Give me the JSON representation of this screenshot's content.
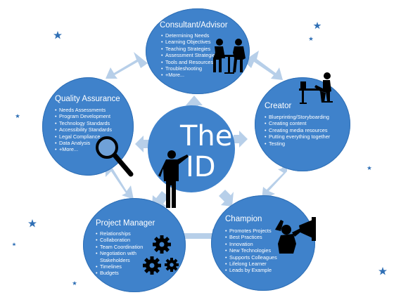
{
  "center": {
    "line1": "The",
    "line2": "ID"
  },
  "consultant": {
    "title": "Consultant/Advisor",
    "items": [
      "Determining Needs",
      "Learning Objectives",
      "Teaching Strategies",
      "Assessment Strategies",
      "Tools and Resources",
      "Troubleshooting",
      "+More..."
    ]
  },
  "creator": {
    "title": "Creator",
    "items": [
      "Blueprinting/Storyboarding",
      "Creating content",
      "Creating media resources",
      "Putting everything together",
      "Testing"
    ]
  },
  "champion": {
    "title": "Champion",
    "items": [
      "Promotes Projects",
      "Best Practices",
      "Innovation",
      "New Technologies",
      "Supports Colleagues",
      "Lifelong Learner",
      "Leads by Example"
    ]
  },
  "project_manager": {
    "title": "Project Manager",
    "items": [
      "Relationships",
      "Collaboration",
      "Team Coordination",
      "Negotiation with Stakeholders",
      "Timelines",
      "Budgets"
    ]
  },
  "quality": {
    "title": "Quality Assurance",
    "items": [
      "Needs Assessments",
      "Program Development",
      "Technology Standards",
      "Accessibility Standards",
      "Legal Compliance",
      "Data Analysis",
      "+More..."
    ]
  },
  "colors": {
    "circle": "#3f82cb",
    "arrow": "#b7cfe9",
    "star": "#2f6fb5",
    "silhouette": "#000000"
  },
  "icons": [
    "meeting-silhouette-icon",
    "desk-worker-silhouette-icon",
    "megaphone-silhouette-icon",
    "gears-icon",
    "magnifier-icon",
    "presenter-silhouette-icon",
    "star-icon"
  ]
}
